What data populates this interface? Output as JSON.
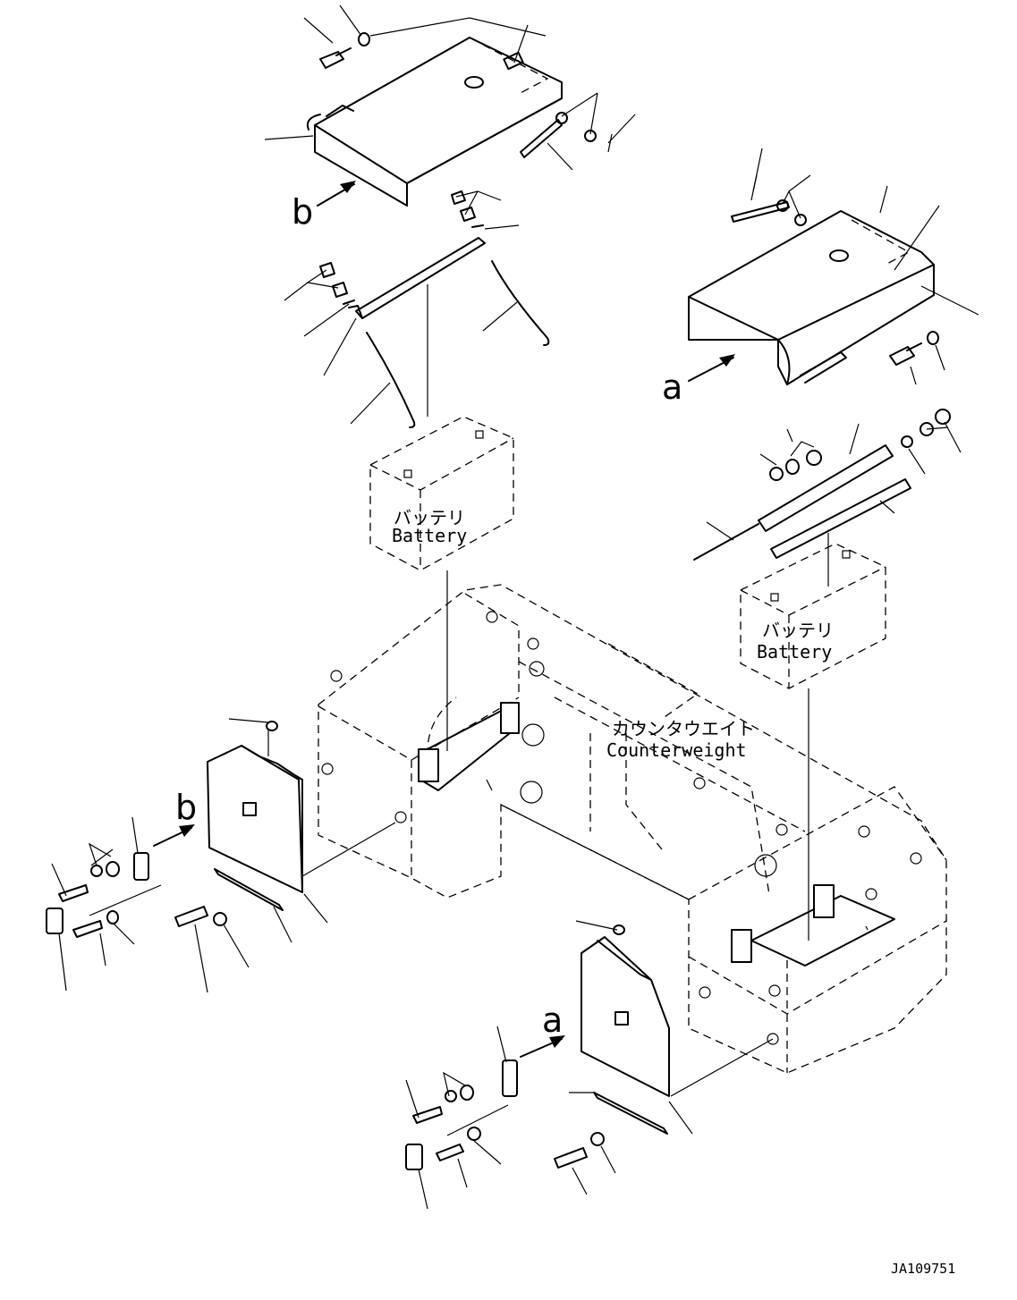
{
  "labels": {
    "battery_left_ja": "バッテリ",
    "battery_left_en": "Battery",
    "battery_right_ja": "バッテリ",
    "battery_right_en": "Battery",
    "counterweight_ja": "カウンタウエイト",
    "counterweight_en": "Counterweight",
    "view_b_top": "b",
    "view_b_side": "b",
    "view_a_top": "a",
    "view_a_side": "a"
  },
  "drawing_code": "JA109751"
}
